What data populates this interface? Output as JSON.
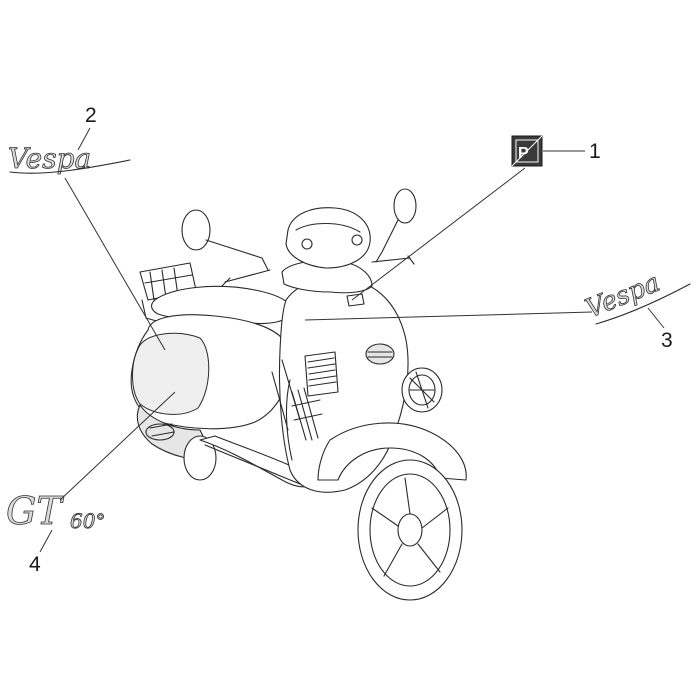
{
  "callouts": [
    {
      "number": "1"
    },
    {
      "number": "2"
    },
    {
      "number": "3"
    },
    {
      "number": "4"
    }
  ],
  "decals": {
    "parking_badge": {
      "glyph": "P"
    },
    "logo_left": {
      "text": "Vespa"
    },
    "logo_right": {
      "text": "Vespa"
    },
    "model_badge": {
      "text": "GT",
      "subtext": "60°"
    }
  },
  "colors": {
    "line": "#2a2a2a",
    "decal_fill": "#dcdcdc",
    "background": "#ffffff"
  }
}
